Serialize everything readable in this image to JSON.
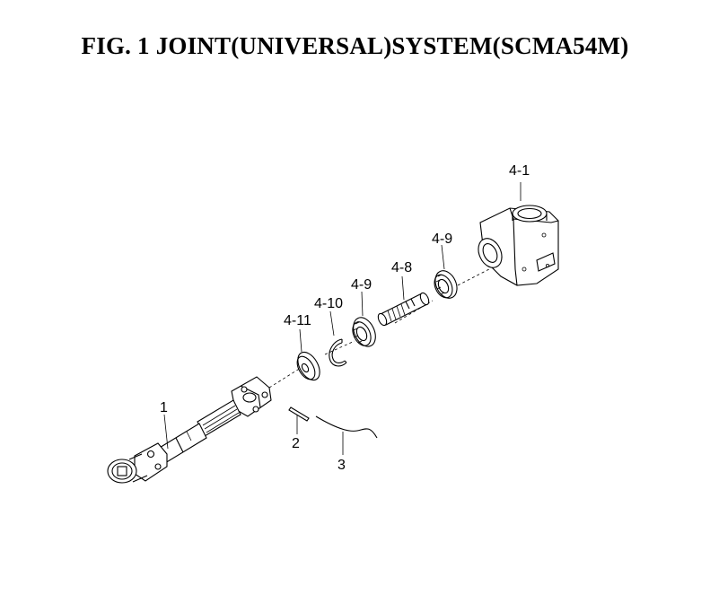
{
  "figure": {
    "title": "FIG. 1  JOINT(UNIVERSAL)SYSTEM(SCMA54M)"
  },
  "labels": {
    "p4_1": "4-1",
    "p4_9a": "4-9",
    "p4_8": "4-8",
    "p4_9b": "4-9",
    "p4_10": "4-10",
    "p4_11": "4-11",
    "p1": "1",
    "p2": "2",
    "p3": "3"
  }
}
